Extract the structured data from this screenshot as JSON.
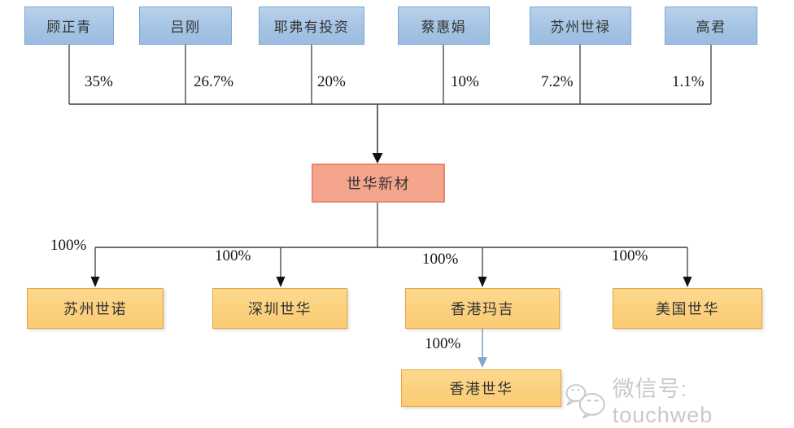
{
  "diagram": {
    "company": {
      "name": "世华新材"
    },
    "shareholders": [
      {
        "name": "顾正青",
        "pct": "35%"
      },
      {
        "name": "吕刚",
        "pct": "26.7%"
      },
      {
        "name": "耶弗有投资",
        "pct": "20%"
      },
      {
        "name": "蔡惠娟",
        "pct": "10%"
      },
      {
        "name": "苏州世禄",
        "pct": "7.2%"
      },
      {
        "name": "高君",
        "pct": "1.1%"
      }
    ],
    "subsidiaries": [
      {
        "name": "苏州世诺",
        "pct": "100%"
      },
      {
        "name": "深圳世华",
        "pct": "100%"
      },
      {
        "name": "香港玛吉",
        "pct": "100%"
      },
      {
        "name": "美国世华",
        "pct": "100%"
      }
    ],
    "grandchild": {
      "name": "香港世华",
      "pct": "100%",
      "owner": "香港玛吉"
    }
  },
  "watermark": {
    "label": "微信号: touchweb"
  },
  "colors": {
    "shareholder_fill": "#A5C4E4",
    "shareholder_border": "#7CA6D2",
    "company_fill": "#F5A58C",
    "company_border": "#E5886F",
    "subsidiary_fill": "#FBD07D",
    "subsidiary_border": "#E8A33C",
    "connector_line": "#3F3F3F",
    "blue_arrow": "#7FA8CC",
    "watermark_gray": "#C9C9C9"
  }
}
